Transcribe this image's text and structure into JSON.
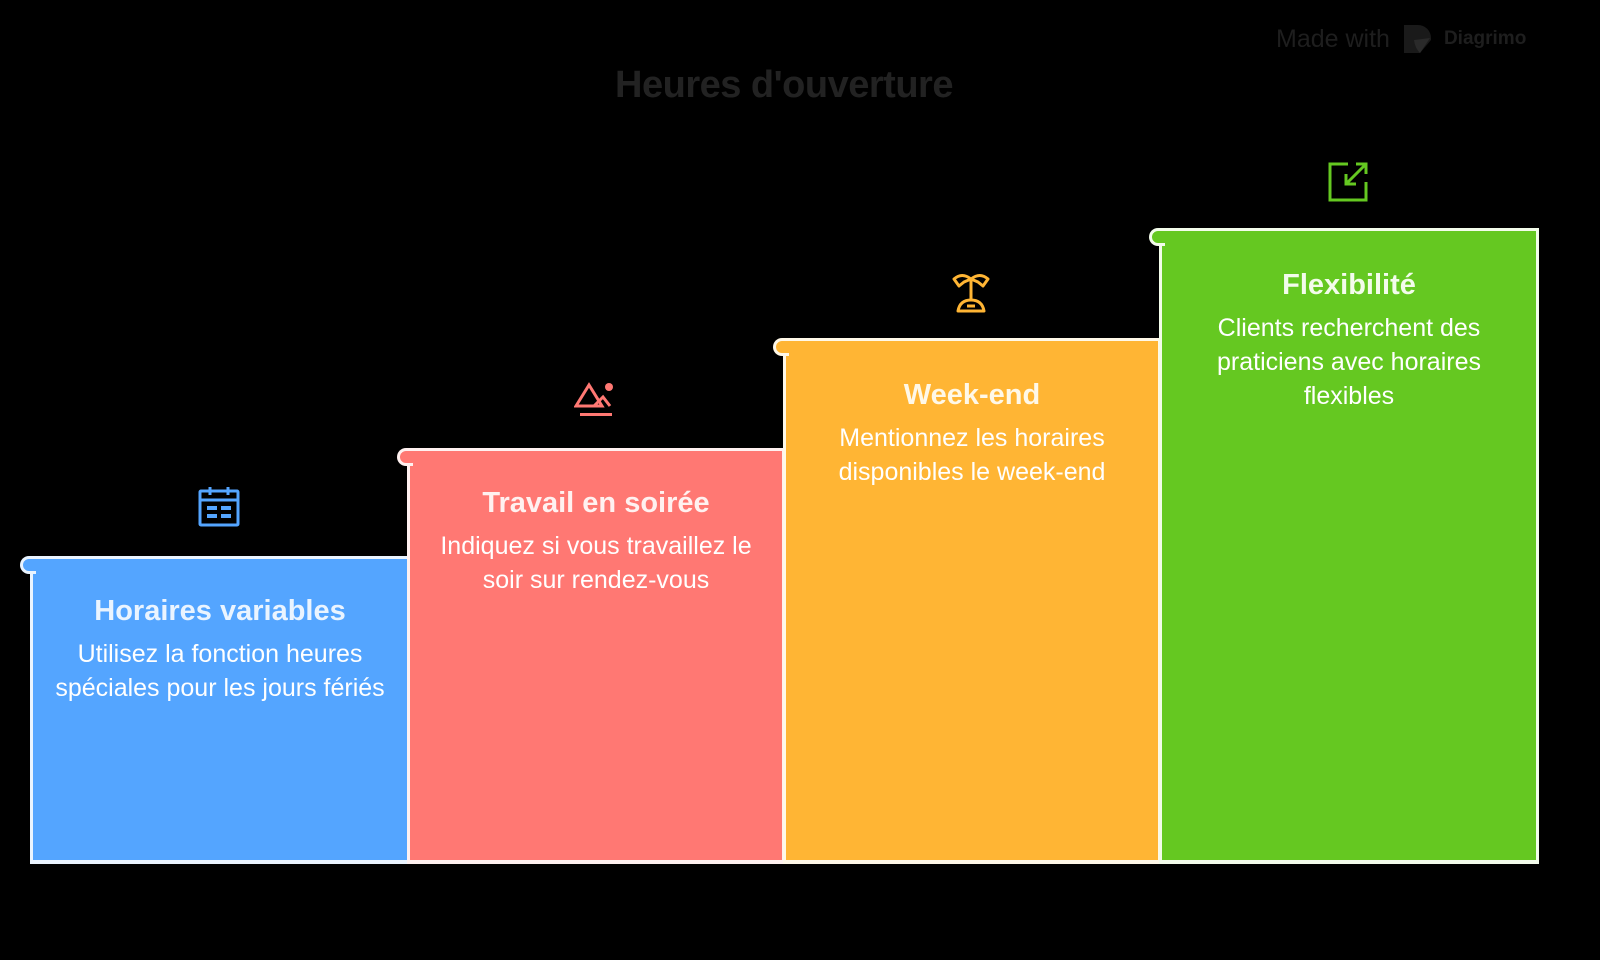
{
  "watermark": {
    "made_with": "Made with",
    "brand": "Diagrimo"
  },
  "title": "Heures d'ouverture",
  "steps": [
    {
      "heading": "Horaires variables",
      "description": "Utilisez la fonction heures spéciales pour les jours fériés",
      "icon": "calendar-icon",
      "color": "#54A5FF",
      "text_color": "#EAF4FF"
    },
    {
      "heading": "Travail en soirée",
      "description": "Indiquez si vous travaillez le soir sur rendez-vous",
      "icon": "landscape-icon",
      "color": "#FF7873",
      "text_color": "#FFF1F0"
    },
    {
      "heading": "Week-end",
      "description": "Mentionnez les horaires disponibles le week-end",
      "icon": "palm-tree-icon",
      "color": "#FFB534",
      "text_color": "#FFF8E8"
    },
    {
      "heading": "Flexibilité",
      "description": "Clients recherchent des praticiens avec horaires flexibles",
      "icon": "resize-arrow-icon",
      "color": "#65C821",
      "text_color": "#F3FCEB"
    }
  ]
}
